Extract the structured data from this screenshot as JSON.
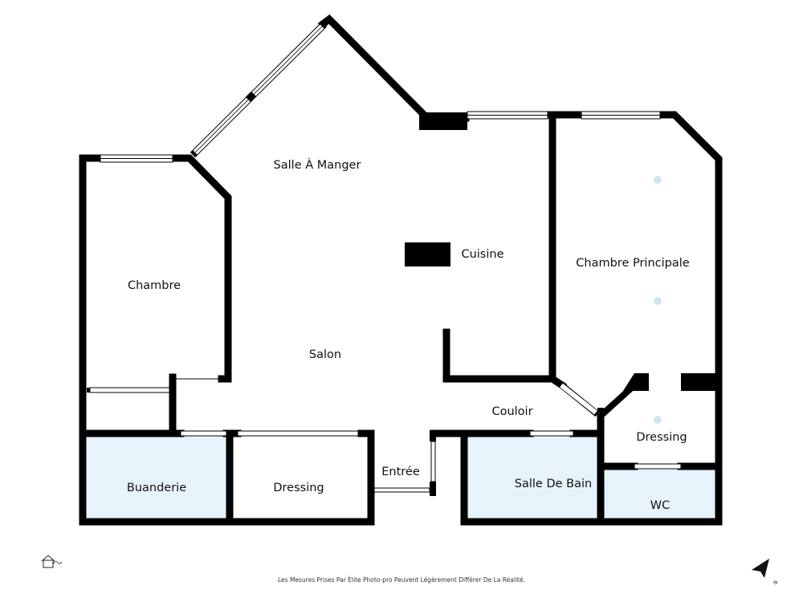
{
  "rooms": {
    "salle_a_manger": "Salle À Manger",
    "cuisine": "Cuisine",
    "chambre_principale": "Chambre Principale",
    "chambre": "Chambre",
    "salon": "Salon",
    "couloir": "Couloir",
    "dressing_right": "Dressing",
    "entree": "Entrée",
    "buanderie": "Buanderie",
    "dressing_left": "Dressing",
    "salle_de_bain": "Salle De Bain",
    "wc": "WC"
  },
  "footer": {
    "disclaimer": "Les Mesures Prises Par Élite Photo-pro Peuvent Légèrement Différer De La Réalité."
  },
  "compass": {
    "letter": "N",
    "icon": "north-arrow-icon"
  },
  "logo": {
    "icon": "elite-photo-pro-logo-icon"
  },
  "colors": {
    "wall": "#000000",
    "wet_room_fill": "#e6f3fb",
    "window": "#ffffff",
    "background": "#ffffff",
    "light_fixture": "#cfe6ee"
  }
}
